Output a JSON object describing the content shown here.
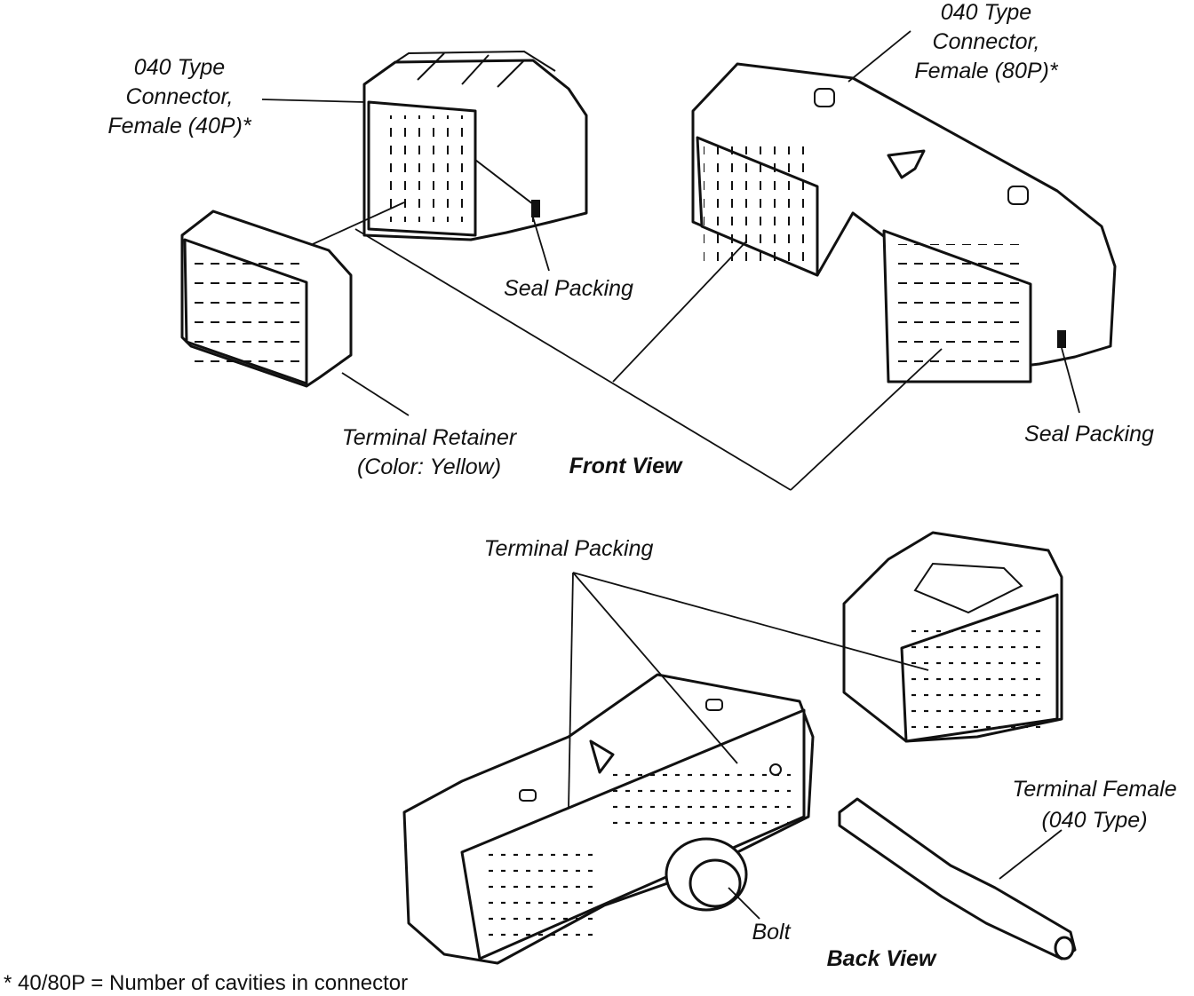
{
  "labels": {
    "connector_40p": [
      "040 Type",
      "Connector,",
      "Female (40P)*"
    ],
    "connector_80p": [
      "040 Type",
      "Connector,",
      "Female (80P)*"
    ],
    "seal_packing_left": "Seal Packing",
    "seal_packing_right": "Seal Packing",
    "terminal_retainer": [
      "Terminal Retainer",
      "(Color: Yellow)"
    ],
    "front_view": "Front View",
    "terminal_packing": "Terminal Packing",
    "terminal_female": [
      "Terminal Female",
      "(040 Type)"
    ],
    "bolt": "Bolt",
    "back_view": "Back View"
  },
  "footnote": "* 40/80P = Number of cavities in connector"
}
